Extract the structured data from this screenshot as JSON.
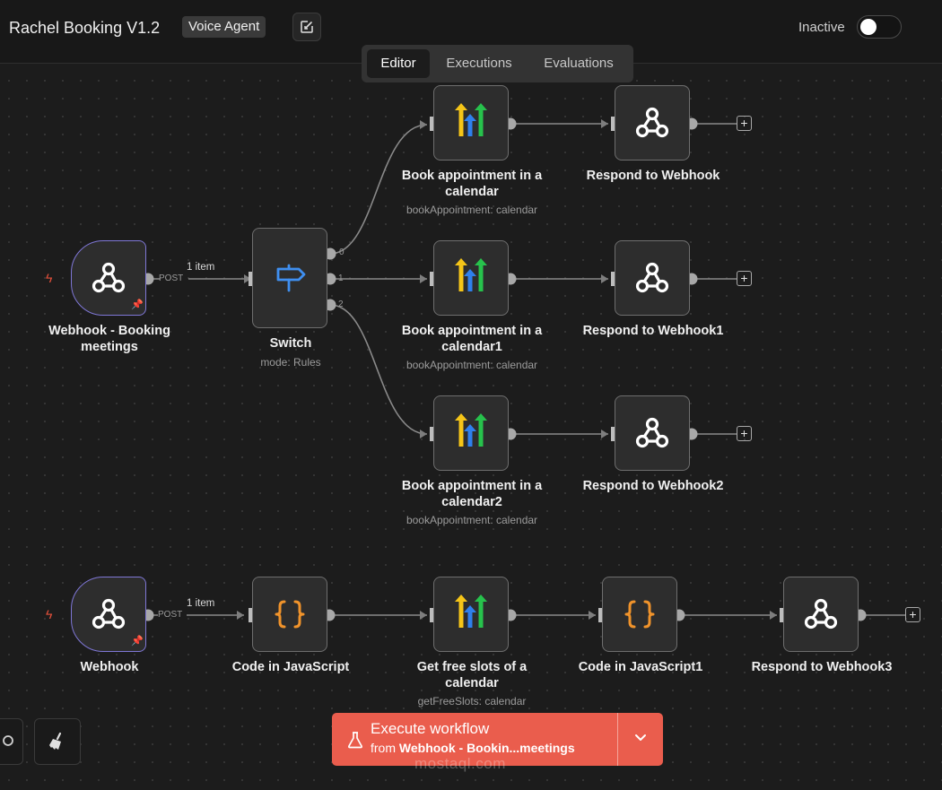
{
  "header": {
    "title": "Rachel Booking V1.2",
    "tag": "Voice Agent",
    "status_label": "Inactive"
  },
  "tabs": [
    {
      "label": "Editor"
    },
    {
      "label": "Executions"
    },
    {
      "label": "Evaluations"
    }
  ],
  "nodes": {
    "webhook_booking": {
      "label": "Webhook - Booking meetings",
      "icon": "webhook-icon"
    },
    "switch": {
      "label": "Switch",
      "sub": "mode: Rules",
      "icon": "signpost-icon"
    },
    "book1": {
      "label": "Book appointment in a calendar",
      "sub": "bookAppointment: calendar",
      "icon": "highlevel-icon"
    },
    "book2": {
      "label": "Book appointment in a calendar1",
      "sub": "bookAppointment: calendar",
      "icon": "highlevel-icon"
    },
    "book3": {
      "label": "Book appointment in a calendar2",
      "sub": "bookAppointment: calendar",
      "icon": "highlevel-icon"
    },
    "respond1": {
      "label": "Respond to Webhook",
      "icon": "webhook-icon"
    },
    "respond2": {
      "label": "Respond to Webhook1",
      "icon": "webhook-icon"
    },
    "respond3": {
      "label": "Respond to Webhook2",
      "icon": "webhook-icon"
    },
    "webhook": {
      "label": "Webhook",
      "icon": "webhook-icon"
    },
    "code1": {
      "label": "Code in JavaScript",
      "icon": "code-braces-icon"
    },
    "getslots": {
      "label": "Get free slots of a calendar",
      "sub": "getFreeSlots: calendar",
      "icon": "highlevel-icon"
    },
    "code2": {
      "label": "Code in JavaScript1",
      "icon": "code-braces-icon"
    },
    "respond4": {
      "label": "Respond to Webhook3",
      "icon": "webhook-icon"
    }
  },
  "edges": {
    "item_count_1": "1 item",
    "item_count_2": "1 item",
    "method_1": "POST",
    "method_2": "POST",
    "switch_output_0": "0",
    "switch_output_1": "1",
    "switch_output_2": "2"
  },
  "execute": {
    "title": "Execute workflow",
    "from_prefix": "from",
    "from_node": "Webhook - Bookin...meetings"
  },
  "watermark": "mostaql.com",
  "colors": {
    "execute_button": "#ea5d4d",
    "trigger_border": "#7f77d6",
    "code_icon": "#f0932b",
    "switch_icon": "#3f8ff0",
    "highlevel_yellow": "#f5c518",
    "highlevel_blue": "#2f80ed",
    "highlevel_green": "#27c24c"
  }
}
